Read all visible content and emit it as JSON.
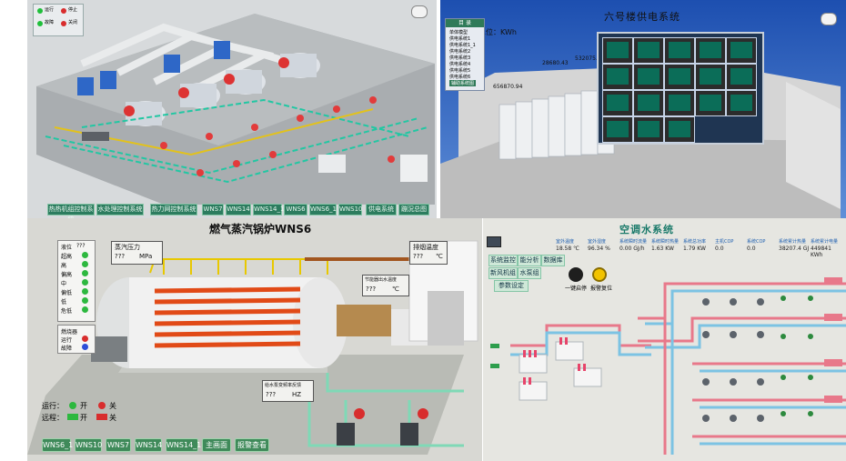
{
  "panel1": {
    "legend": {
      "items": [
        "运行",
        "停止",
        "故障",
        "关闭"
      ]
    },
    "nav_buttons": [
      "热热机组控制系统",
      "水处理控制系统",
      "热力网控制系统",
      "WNS7",
      "WNS14",
      "WNS14_1",
      "WNS6",
      "WNS6_1",
      "WNS10",
      "供电系统",
      "蹦況总图"
    ]
  },
  "panel2": {
    "title": "六号楼供电系统",
    "unit_label": "单位：KWh",
    "menu": {
      "title": "目 录",
      "items": [
        "单体模型",
        "供电系统1",
        "供电系统1_1",
        "供电系统2",
        "供电系统3",
        "供电系统4",
        "供电系统5",
        "供电系统6",
        "辅助系统图"
      ]
    },
    "readings": [
      "28680.43",
      "532075.1",
      "656870.94"
    ],
    "meter_count": 18
  },
  "panel3": {
    "title": "燃气蒸汽锅炉WNS6",
    "level_title": "液位",
    "level_value": "???",
    "level_items": [
      "超高",
      "高",
      "偏高",
      "中",
      "偏低",
      "低",
      "危低"
    ],
    "burner_title": "燃烧器",
    "burner_items": [
      "运行",
      "故障"
    ],
    "pressure_label": "蒸汽压力",
    "pressure_value": "???",
    "pressure_unit": "MPa",
    "exhaust_label": "排烟温度",
    "exhaust_value": "???",
    "exhaust_unit": "℃",
    "economizer_label": "节能器出水温度",
    "economizer_value": "???",
    "economizer_unit": "℃",
    "feedpump_label": "给水泵变频率反馈",
    "feedpump_value": "???",
    "feedpump_unit": "HZ",
    "run_label": "运行：",
    "remote_label": "远程：",
    "on_label": "开",
    "off_label": "关",
    "bottom_buttons": [
      "WNS6_1",
      "WNS10",
      "WNS7",
      "WNS14",
      "WNS14_1",
      "主画面",
      "报警查看"
    ]
  },
  "panel4": {
    "title": "空调水系统",
    "stats": [
      {
        "label": "室外温度",
        "value": "18.58 ℃"
      },
      {
        "label": "室外湿度",
        "value": "96.34 %"
      },
      {
        "label": "系统瞬时流量",
        "value": "0.00 GJ/h"
      },
      {
        "label": "系统瞬时热量",
        "value": "1.63 KW"
      },
      {
        "label": "系统总功率",
        "value": "1.79 KW"
      },
      {
        "label": "主机COP",
        "value": "0.0"
      },
      {
        "label": "系统COP",
        "value": "0.0"
      },
      {
        "label": "系统累计热量",
        "value": "38207.4 GJ"
      },
      {
        "label": "系统累计电量",
        "value": "449841 KWh"
      }
    ],
    "tabs": [
      "系统监控",
      "能分析",
      "数据库",
      "新风机组",
      "水泵组",
      "参数设定"
    ],
    "knob_labels": [
      "一键启停",
      "报警复位"
    ]
  }
}
